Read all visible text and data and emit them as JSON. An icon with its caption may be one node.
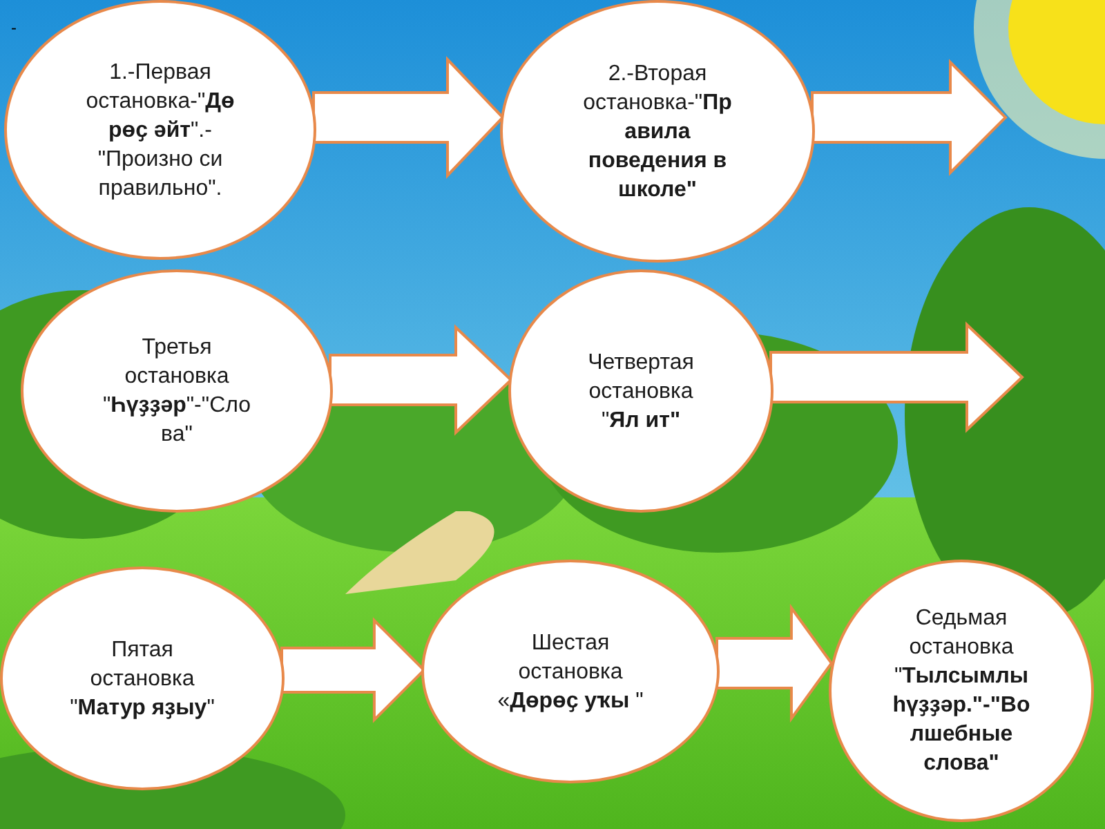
{
  "diagram": {
    "nodes": [
      {
        "text": [
          "1.-Первая остановка-\"**Дө рөҫ әйт**\".-\"Произно си правильно\"."
        ]
      },
      {
        "text": [
          "2.-Вторая остановка-\"**Пр авила поведения в школе\"**"
        ]
      },
      {
        "text": [
          "Третья остановка \"**Һүҙҙәр**\"-\"Сло ва\""
        ]
      },
      {
        "text": [
          "Четвертая остановка \"**Ял ит\"**"
        ]
      },
      {
        "text": [
          "Пятая остановка \"**Матур яҙыу**\""
        ]
      },
      {
        "text": [
          "Шестая остановка «**Дөрөҫ уҡы** \""
        ]
      },
      {
        "text": [
          "Седьмая остановка \"**Тылсымлы һүҙҙәр.\"-\"Во лшебные слова\"**"
        ]
      }
    ],
    "edges": [
      {
        "from": 0,
        "to": 1,
        "arrow": "to"
      },
      {
        "from": 1,
        "to": null,
        "arrow": "to"
      },
      {
        "from": 2,
        "to": 3,
        "arrow": "to"
      },
      {
        "from": 3,
        "to": null,
        "arrow": "to"
      },
      {
        "from": 4,
        "to": 5,
        "arrow": "to"
      },
      {
        "from": 5,
        "to": 6,
        "arrow": "to"
      }
    ],
    "labels": [
      "-"
    ]
  }
}
